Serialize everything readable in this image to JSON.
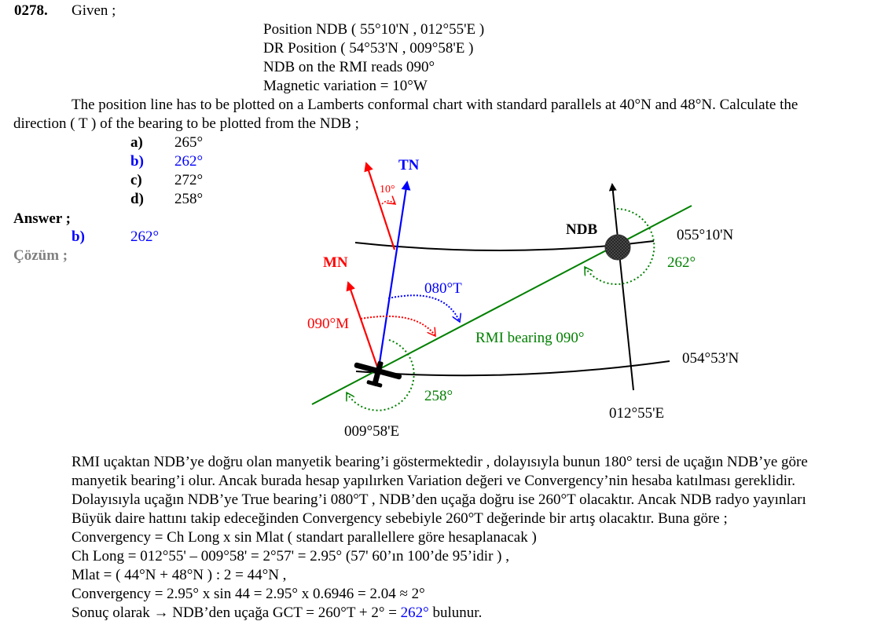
{
  "question": {
    "number": "0278.",
    "given": "Given ;",
    "data_lines": [
      "Position NDB ( 55°10'N , 012°55'E )",
      "DR Position ( 54°53'N , 009°58'E )",
      "NDB on the RMI reads 090°",
      "Magnetic variation = 10°W"
    ],
    "text_line1": "The position line has to be plotted on a Lamberts conformal chart with standard parallels at 40°N and 48°N. Calculate the",
    "text_line2": "direction ( T ) of the bearing to be plotted from the NDB ;"
  },
  "options": [
    {
      "letter": "a)",
      "value": "265°",
      "correct": false
    },
    {
      "letter": "b)",
      "value": "262°",
      "correct": true
    },
    {
      "letter": "c)",
      "value": "272°",
      "correct": false
    },
    {
      "letter": "d)",
      "value": "258°",
      "correct": false
    }
  ],
  "answer": {
    "heading": "Answer ;",
    "letter": "b)",
    "value": "262°"
  },
  "solution_heading": "Çözüm ;",
  "diagram": {
    "tn_label": "TN",
    "var_label": "10°",
    "mn_label": "MN",
    "ndb_label": "NDB",
    "lat_top": "055°10'N",
    "lat_bottom": "054°53'N",
    "bearing_262": "262°",
    "bearing_080t": "080°T",
    "bearing_090m": "090°M",
    "rmi_bearing": "RMI bearing 090°",
    "bearing_258": "258°",
    "long_ndb": "012°55'E",
    "long_dr": "009°58'E",
    "colors": {
      "tn": "#0000ff",
      "mn": "#ff0000",
      "bearing": "#008000",
      "meridian": "#000000"
    }
  },
  "explanation": [
    "RMI uçaktan NDB’ye doğru olan manyetik bearing’i göstermektedir , dolayısıyla bunun 180° tersi de uçağın NDB’ye göre",
    "manyetik bearing’i olur. Ancak burada hesap yapılırken Variation değeri ve Convergency’nin hesaba katılması gereklidir.",
    "Dolayısıyla uçağın NDB’ye True bearing’i 080°T , NDB’den uçağa doğru ise 260°T olacaktır. Ancak NDB radyo yayınları",
    "Büyük daire hattını takip edeceğinden Convergency sebebiyle 260°T değerinde bir artış olacaktır. Buna göre ;",
    "Convergency = Ch Long x sin Mlat ( standart parallellere göre hesaplanacak )",
    "Ch Long = 012°55' – 009°58' = 2°57' = 2.95° (57' 60’ın 100’de 95’idir ) ,",
    "Mlat = ( 44°N + 48°N ) : 2 = 44°N ,",
    "Convergency = 2.95° x sin 44 = 2.95° x 0.6946 = 2.04 ≈ 2°"
  ],
  "result": {
    "prefix": "Sonuç olarak → NDB’den uçağa GCT = 260°T + 2° = ",
    "value": "262°",
    "suffix": " bulunur."
  }
}
